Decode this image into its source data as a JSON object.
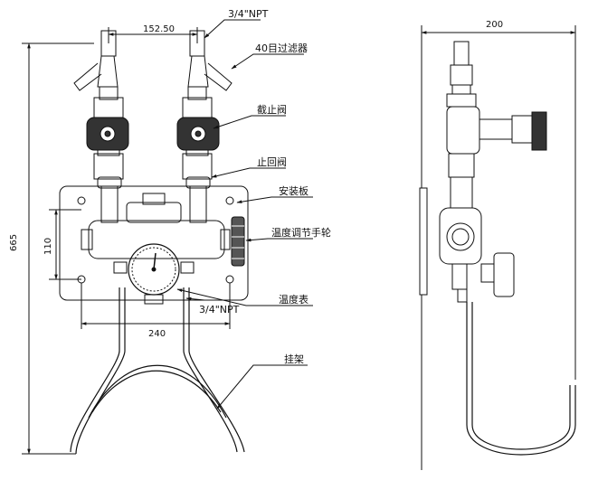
{
  "dimensions": {
    "front_top_spacing": "152.50",
    "front_total_height": "665",
    "front_plate_hole_vertical": "110",
    "front_plate_hole_horizontal": "240",
    "side_total_width": "200"
  },
  "labels": {
    "top_npt": "3/4\"NPT",
    "filter": "40目过滤器",
    "stop_valve": "截止阀",
    "check_valve": "止回阀",
    "mounting_plate": "安装板",
    "handwheel": "温度调节手轮",
    "bottom_npt": "3/4\"NPT",
    "thermometer": "温度表",
    "hanger": "挂架"
  }
}
